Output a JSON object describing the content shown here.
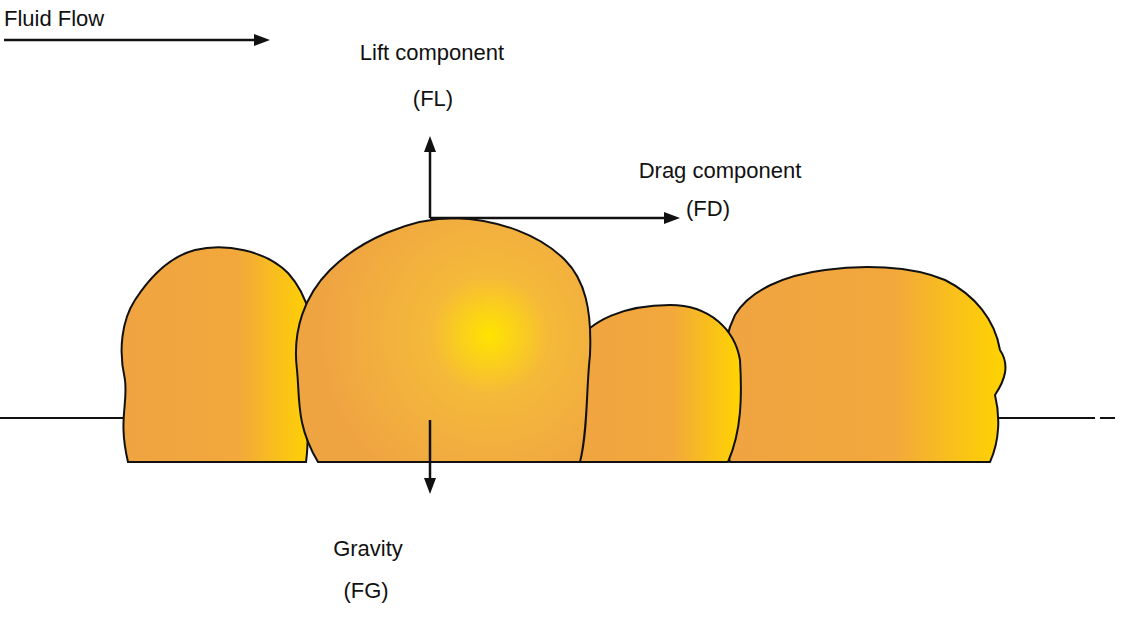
{
  "diagram": {
    "labels": [
      "Fluid Flow",
      "Lift component",
      "(FL)",
      "Drag component",
      "(FD)",
      "Gravity",
      "(FG)"
    ]
  }
}
